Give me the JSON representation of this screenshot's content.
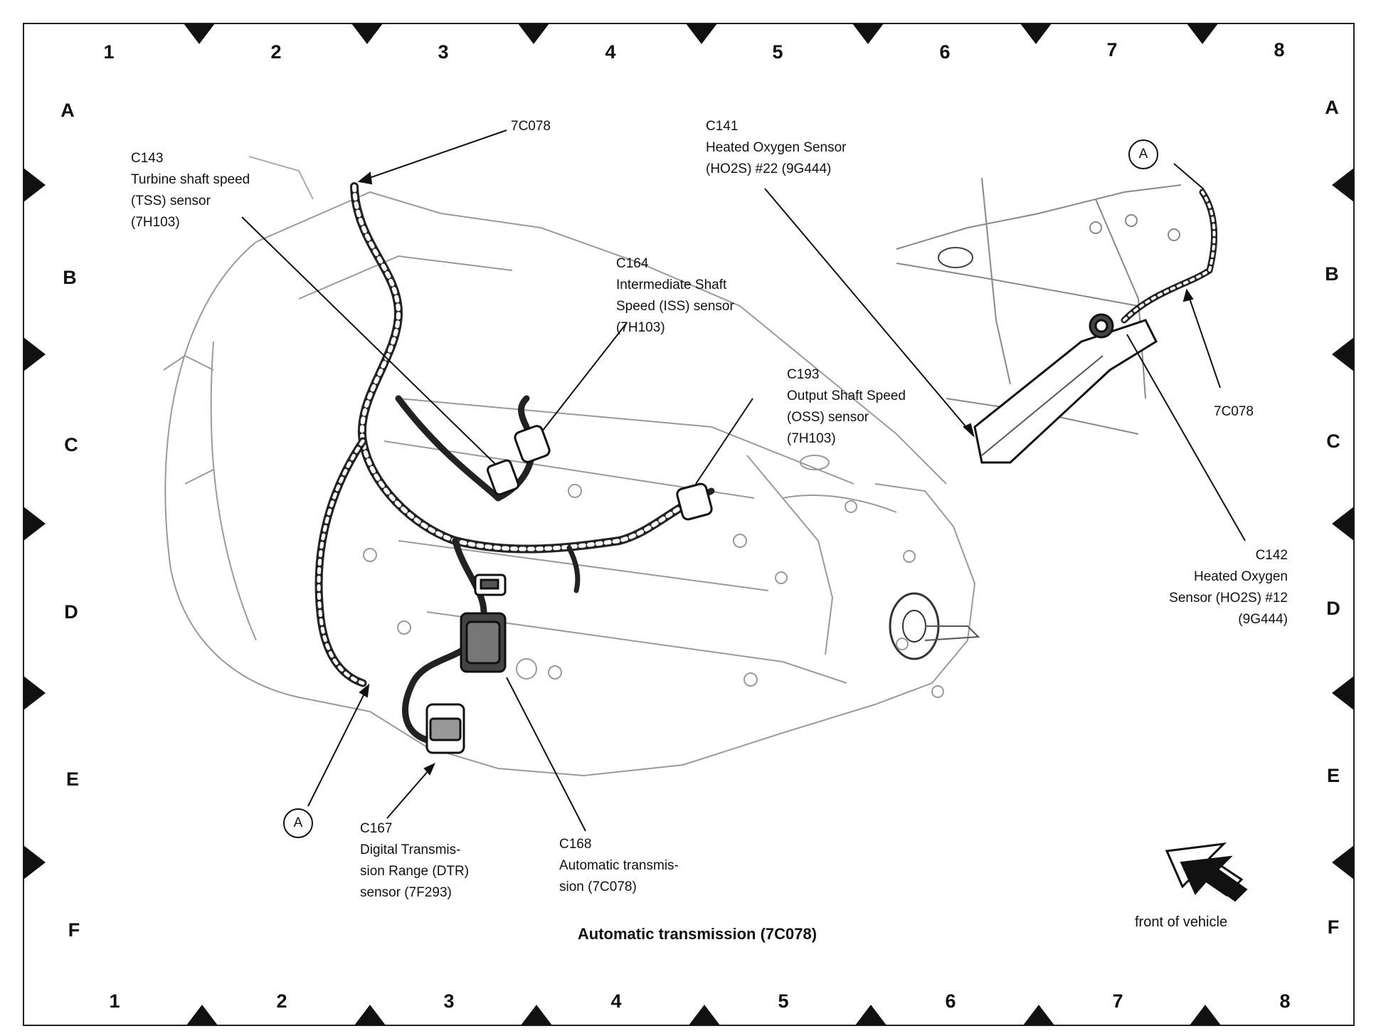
{
  "grid": {
    "columns": [
      "1",
      "2",
      "3",
      "4",
      "5",
      "6",
      "7",
      "8"
    ],
    "rows": [
      "A",
      "B",
      "C",
      "D",
      "E",
      "F"
    ]
  },
  "callouts": {
    "c7c078_top": {
      "lines": [
        "7C078"
      ]
    },
    "c143": {
      "lines": [
        "C143",
        "Turbine shaft speed",
        "(TSS) sensor",
        "(7H103)"
      ]
    },
    "c164": {
      "lines": [
        "C164",
        "Intermediate Shaft",
        "Speed (ISS) sensor",
        "(7H103)"
      ]
    },
    "c141": {
      "lines": [
        "C141",
        "Heated Oxygen Sensor",
        "(HO2S) #22 (9G444)"
      ]
    },
    "c193": {
      "lines": [
        "C193",
        "Output Shaft Speed",
        "(OSS) sensor",
        "(7H103)"
      ]
    },
    "c7c078_right": {
      "lines": [
        "7C078"
      ]
    },
    "c142": {
      "lines": [
        "C142",
        "Heated Oxygen",
        "Sensor (HO2S) #12",
        "(9G444)"
      ]
    },
    "c167": {
      "lines": [
        "C167",
        "Digital Transmis-",
        "sion Range (DTR)",
        "sensor (7F293)"
      ]
    },
    "c168": {
      "lines": [
        "C168",
        "Automatic transmis-",
        "sion (7C078)"
      ]
    }
  },
  "reference_marker": "A",
  "title": "Automatic transmission (7C078)",
  "front_label": "front of vehicle"
}
